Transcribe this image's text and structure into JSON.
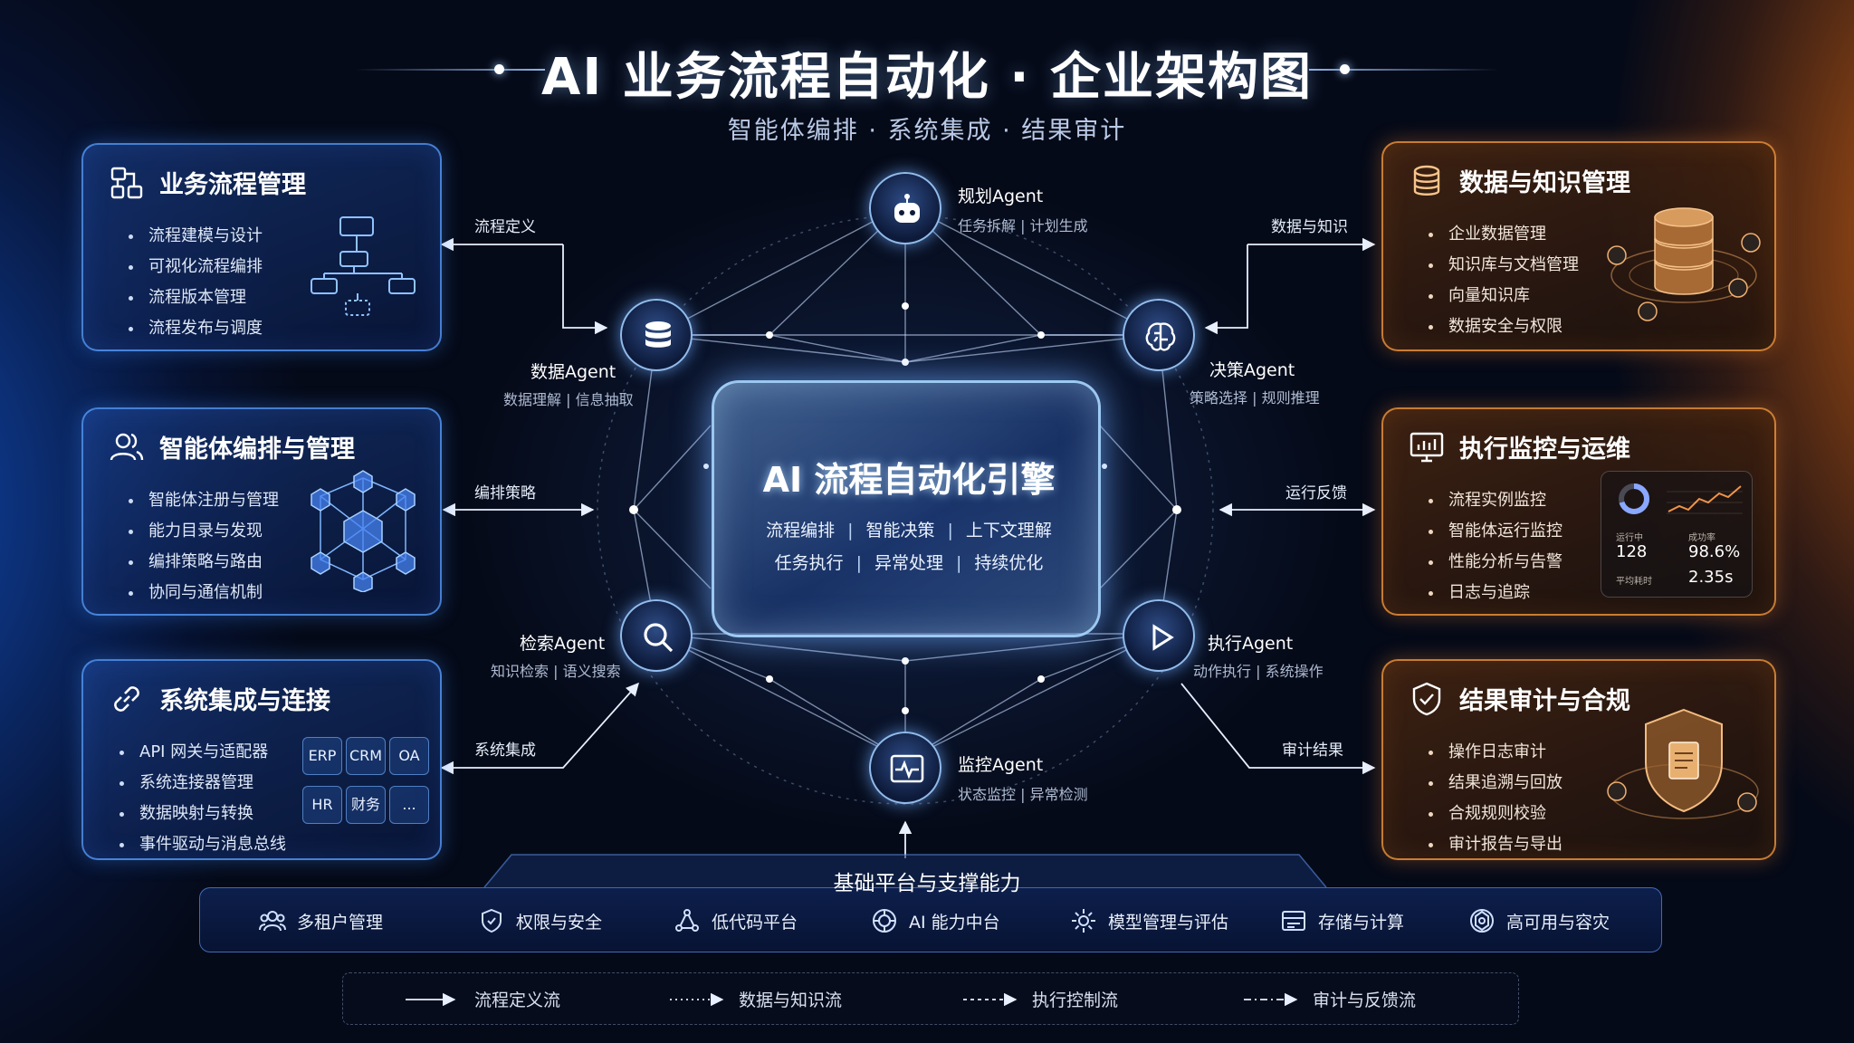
{
  "header": {
    "title": "AI 业务流程自动化 · 企业架构图",
    "subtitle": "智能体编排 · 系统集成 · 结果审计"
  },
  "panels": {
    "process": {
      "title": "业务流程管理",
      "items": [
        "流程建模与设计",
        "可视化流程编排",
        "流程版本管理",
        "流程发布与调度"
      ]
    },
    "agents": {
      "title": "智能体编排与管理",
      "items": [
        "智能体注册与管理",
        "能力目录与发现",
        "编排策略与路由",
        "协同与通信机制"
      ]
    },
    "integration": {
      "title": "系统集成与连接",
      "items": [
        "API 网关与适配器",
        "系统连接器管理",
        "数据映射与转换",
        "事件驱动与消息总线"
      ],
      "chips": [
        "ERP",
        "CRM",
        "OA",
        "HR",
        "财务",
        "..."
      ]
    },
    "data": {
      "title": "数据与知识管理",
      "items": [
        "企业数据管理",
        "知识库与文档管理",
        "向量知识库",
        "数据安全与权限"
      ]
    },
    "monitor": {
      "title": "执行监控与运维",
      "items": [
        "流程实例监控",
        "智能体运行监控",
        "性能分析与告警",
        "日志与追踪"
      ],
      "card": {
        "running_label": "运行中",
        "running_value": "128",
        "success_label": "成功率",
        "success_value": "98.6%",
        "avg_label": "平均耗时",
        "avg_value": "2.35s"
      }
    },
    "audit": {
      "title": "结果审计与合规",
      "items": [
        "操作日志审计",
        "结果追溯与回放",
        "合规规则校验",
        "审计报告与导出"
      ]
    }
  },
  "agents": {
    "plan": {
      "name": "规划Agent",
      "desc": "任务拆解 | 计划生成"
    },
    "data": {
      "name": "数据Agent",
      "desc": "数据理解 | 信息抽取"
    },
    "decision": {
      "name": "决策Agent",
      "desc": "策略选择 | 规则推理"
    },
    "search": {
      "name": "检索Agent",
      "desc": "知识检索 | 语义搜索"
    },
    "exec": {
      "name": "执行Agent",
      "desc": "动作执行 | 系统操作"
    },
    "monitor": {
      "name": "监控Agent",
      "desc": "状态监控 | 异常检测"
    }
  },
  "flows": {
    "process_def": "流程定义",
    "orchestration": "编排策略",
    "integration": "系统集成",
    "data_knowledge": "数据与知识",
    "runtime_feedback": "运行反馈",
    "audit_result": "审计结果"
  },
  "engine": {
    "title": "AI 流程自动化引擎",
    "row1": [
      "流程编排",
      "智能决策",
      "上下文理解"
    ],
    "row2": [
      "任务执行",
      "异常处理",
      "持续优化"
    ]
  },
  "platform": {
    "title": "基础平台与支撑能力",
    "items": [
      {
        "label": "多租户管理",
        "icon": "users-icon"
      },
      {
        "label": "权限与安全",
        "icon": "shield-icon"
      },
      {
        "label": "低代码平台",
        "icon": "nodes-icon"
      },
      {
        "label": "AI 能力中台",
        "icon": "ai-chip-icon"
      },
      {
        "label": "模型管理与评估",
        "icon": "gear-icon"
      },
      {
        "label": "存储与计算",
        "icon": "storage-icon"
      },
      {
        "label": "高可用与容灾",
        "icon": "ha-icon"
      }
    ]
  },
  "legend": {
    "items": [
      "流程定义流",
      "数据与知识流",
      "执行控制流",
      "审计与反馈流"
    ]
  },
  "colors": {
    "accent_blue": "#5aa0ff",
    "accent_orange": "#f0963c",
    "background": "#050a18"
  }
}
